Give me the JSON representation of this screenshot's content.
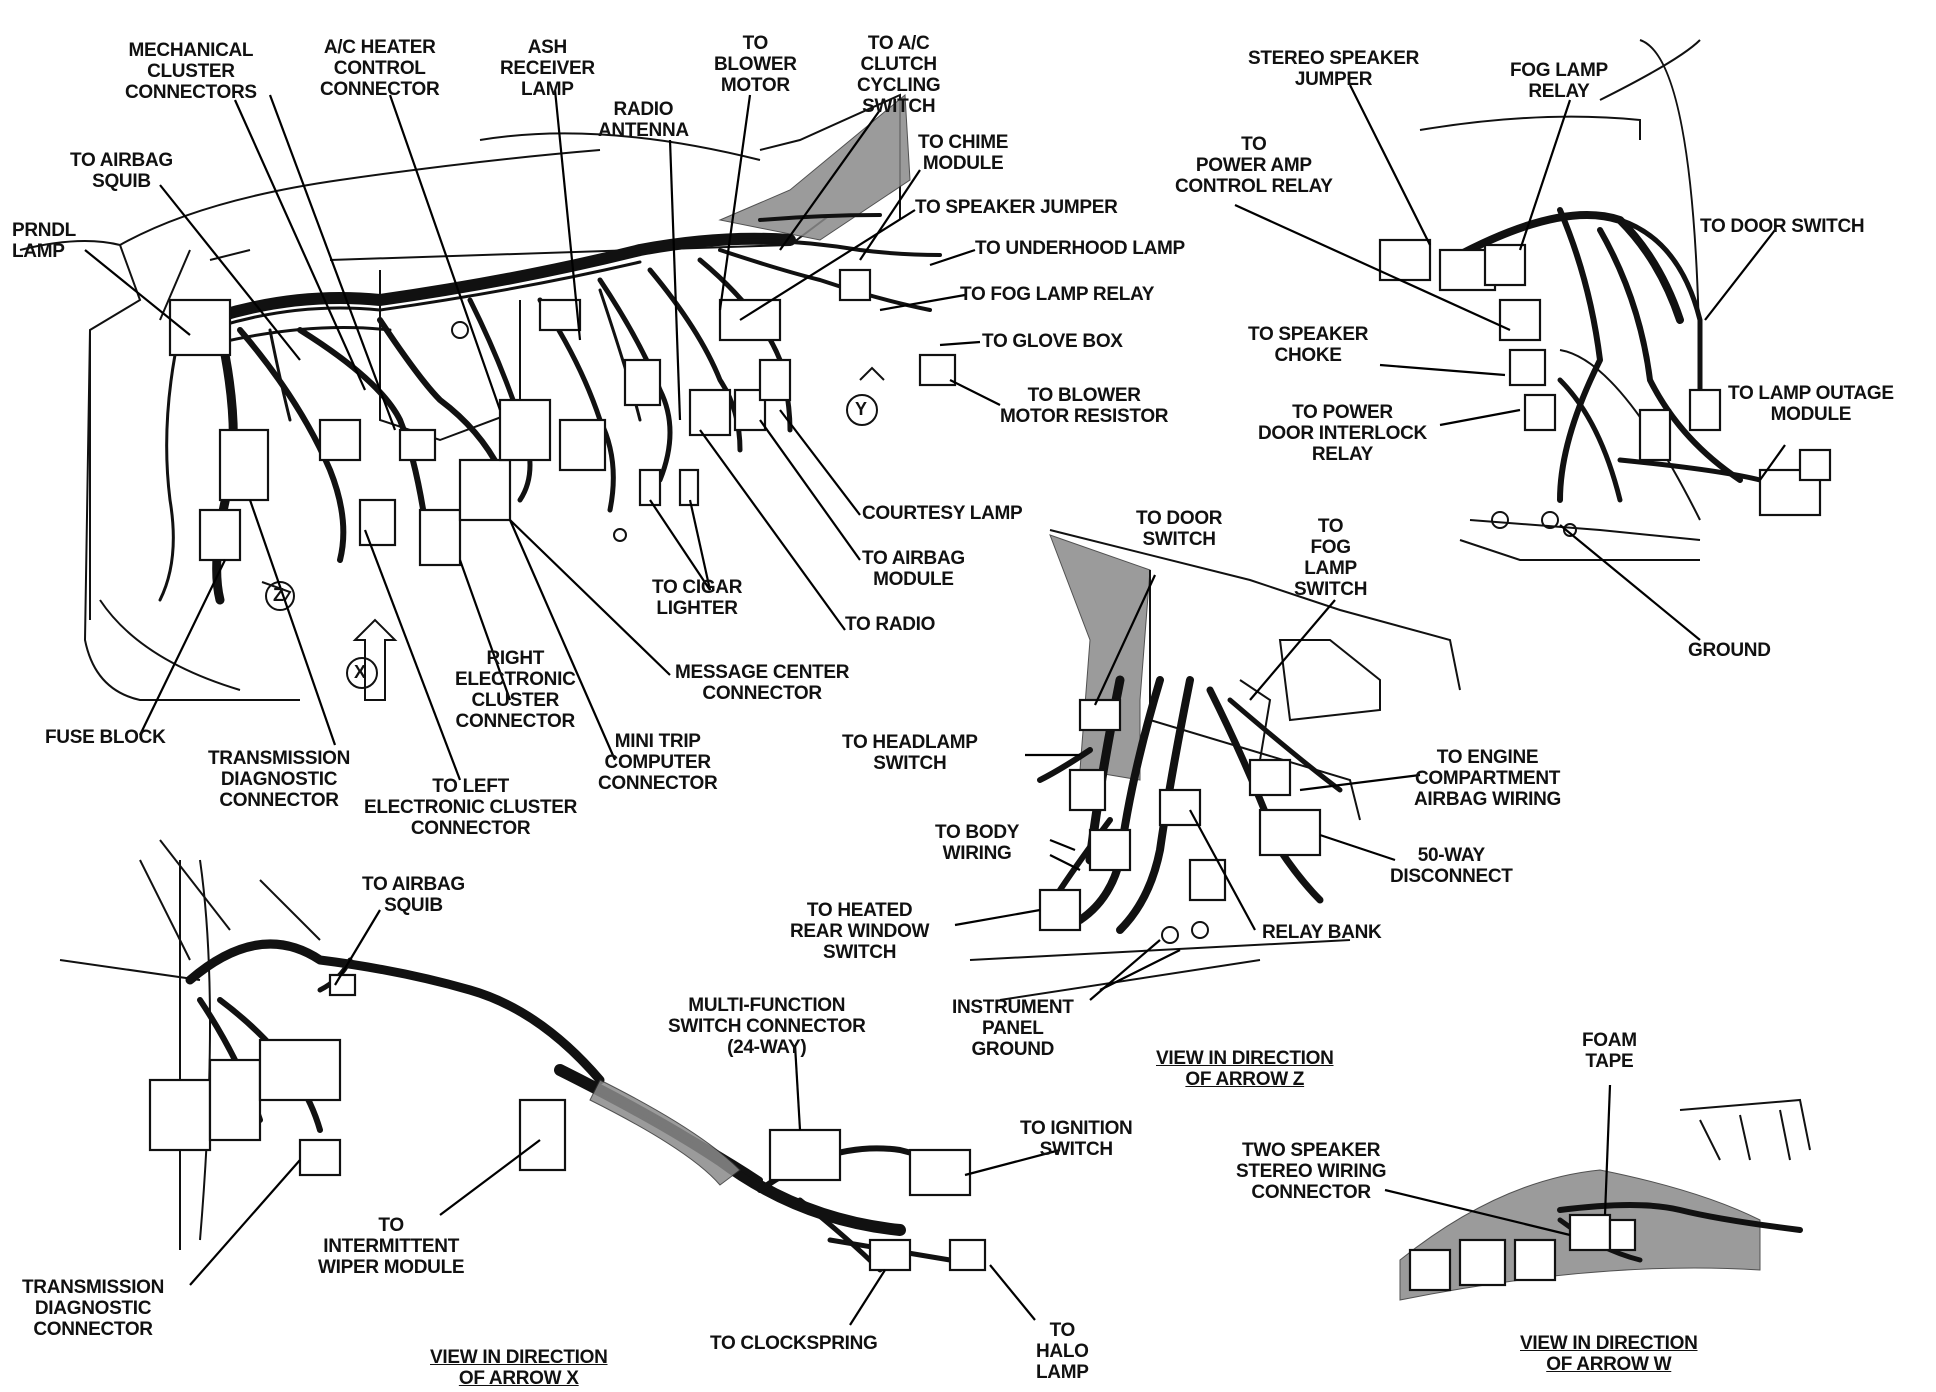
{
  "labels": {
    "mechanical_cluster_connectors": "MECHANICAL\nCLUSTER\nCONNECTORS",
    "ac_heater_control_connector": "A/C HEATER\nCONTROL\nCONNECTOR",
    "ash_receiver_lamp": "ASH\nRECEIVER\nLAMP",
    "to_blower_motor": "TO\nBLOWER\nMOTOR",
    "to_ac_clutch_cycling_switch": "TO A/C\nCLUTCH\nCYCLING\nSWITCH",
    "radio_antenna": "RADIO\nANTENNA",
    "to_airbag_squib_top": "TO AIRBAG\nSQUIB",
    "prndl_lamp": "PRNDL\nLAMP",
    "to_chime_module": "TO CHIME\nMODULE",
    "to_speaker_jumper": "TO SPEAKER JUMPER",
    "to_underhood_lamp": "TO UNDERHOOD LAMP",
    "to_fog_lamp_relay": "TO FOG LAMP RELAY",
    "to_glove_box": "TO GLOVE BOX",
    "to_blower_motor_resistor": "TO BLOWER\nMOTOR RESISTOR",
    "courtesy_lamp": "COURTESY LAMP",
    "to_airbag_module": "TO AIRBAG\nMODULE",
    "to_radio": "TO RADIO",
    "to_cigar_lighter": "TO CIGAR\nLIGHTER",
    "message_center_connector": "MESSAGE CENTER\nCONNECTOR",
    "right_electronic_cluster_connector": "RIGHT\nELECTRONIC\nCLUSTER\nCONNECTOR",
    "mini_trip_computer_connector": "MINI TRIP\nCOMPUTER\nCONNECTOR",
    "fuse_block": "FUSE BLOCK",
    "transmission_diagnostic_connector_top": "TRANSMISSION\nDIAGNOSTIC\nCONNECTOR",
    "to_left_electronic_cluster_connector": "TO LEFT\nELECTRONIC CLUSTER\nCONNECTOR",
    "stereo_speaker_jumper": "STEREO SPEAKER\nJUMPER",
    "fog_lamp_relay": "FOG LAMP\nRELAY",
    "to_power_amp_control_relay": "TO\nPOWER AMP\nCONTROL RELAY",
    "to_door_switch_top": "TO DOOR SWITCH",
    "to_speaker_choke": "TO SPEAKER\nCHOKE",
    "to_power_door_interlock_relay": "TO POWER\nDOOR INTERLOCK\nRELAY",
    "to_lamp_outage_module": "TO LAMP OUTAGE\nMODULE",
    "ground": "GROUND",
    "to_door_switch_mid": "TO DOOR\nSWITCH",
    "to_fog_lamp_switch": "TO\nFOG\nLAMP\nSWITCH",
    "to_headlamp_switch": "TO HEADLAMP\nSWITCH",
    "to_engine_compartment_airbag_wiring": "TO ENGINE\nCOMPARTMENT\nAIRBAG WIRING",
    "to_body_wiring": "TO BODY\nWIRING",
    "fifty_way_disconnect": "50-WAY\nDISCONNECT",
    "to_heated_rear_window_switch": "TO HEATED\nREAR WINDOW\nSWITCH",
    "relay_bank": "RELAY BANK",
    "instrument_panel_ground": "INSTRUMENT\nPANEL\nGROUND",
    "view_arrow_z": "VIEW IN DIRECTION\nOF ARROW Z",
    "to_airbag_squib_bottom": "TO AIRBAG\nSQUIB",
    "multi_function_switch_connector": "MULTI-FUNCTION\nSWITCH CONNECTOR\n(24-WAY)",
    "to_ignition_switch": "TO IGNITION\nSWITCH",
    "to_intermittent_wiper_module": "TO\nINTERMITTENT\nWIPER MODULE",
    "transmission_diagnostic_connector_bottom": "TRANSMISSION\nDIAGNOSTIC\nCONNECTOR",
    "to_clockspring": "TO CLOCKSPRING",
    "to_halo_lamp": "TO\nHALO\nLAMP",
    "view_arrow_x": "VIEW IN DIRECTION\nOF ARROW X",
    "foam_tape": "FOAM\nTAPE",
    "two_speaker_stereo_wiring_connector": "TWO SPEAKER\nSTEREO WIRING\nCONNECTOR",
    "view_arrow_w": "VIEW IN DIRECTION\nOF ARROW W"
  },
  "arrow_markers": {
    "x": "X",
    "y": "Y",
    "z": "Z"
  }
}
